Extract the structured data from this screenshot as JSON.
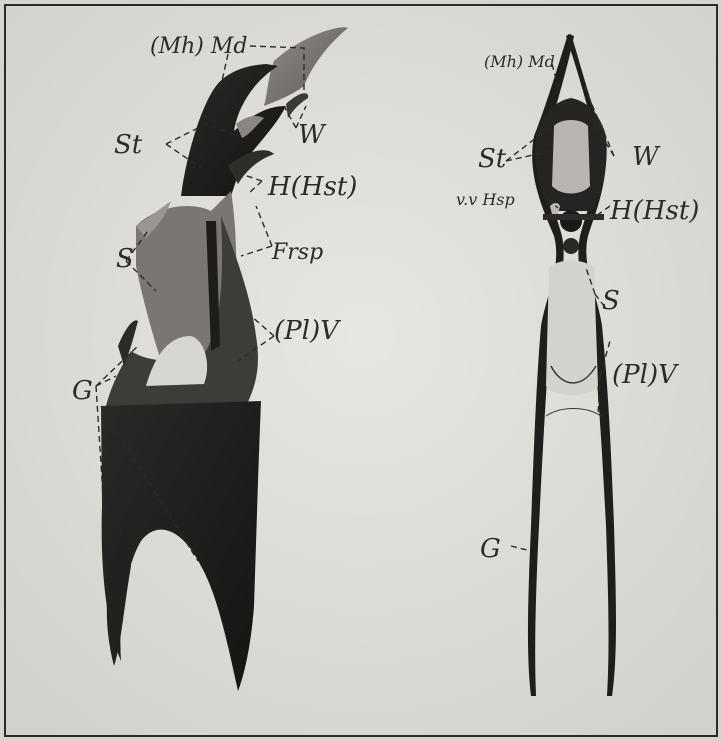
{
  "figure": {
    "left_specimen": {
      "labels": {
        "mh_md": "(Mh) Md",
        "st": "St",
        "w": "W",
        "h_hst": "H(Hst)",
        "frsp": "Frsp",
        "s": "S",
        "pl_v": "(Pl)V",
        "g": "G"
      }
    },
    "right_specimen": {
      "labels": {
        "mh_md": "(Mh) Md",
        "st": "St",
        "w": "W",
        "vv_hsp": "v.v Hsp",
        "h_hst": "H(Hst)",
        "s": "S",
        "pl_v": "(Pl)V",
        "g": "G"
      }
    }
  },
  "colors": {
    "paper": "#e2e0db",
    "ink": "#2c2b29",
    "chitin_dark": "#1f1e1c",
    "chitin_mid": "#5a5855"
  }
}
